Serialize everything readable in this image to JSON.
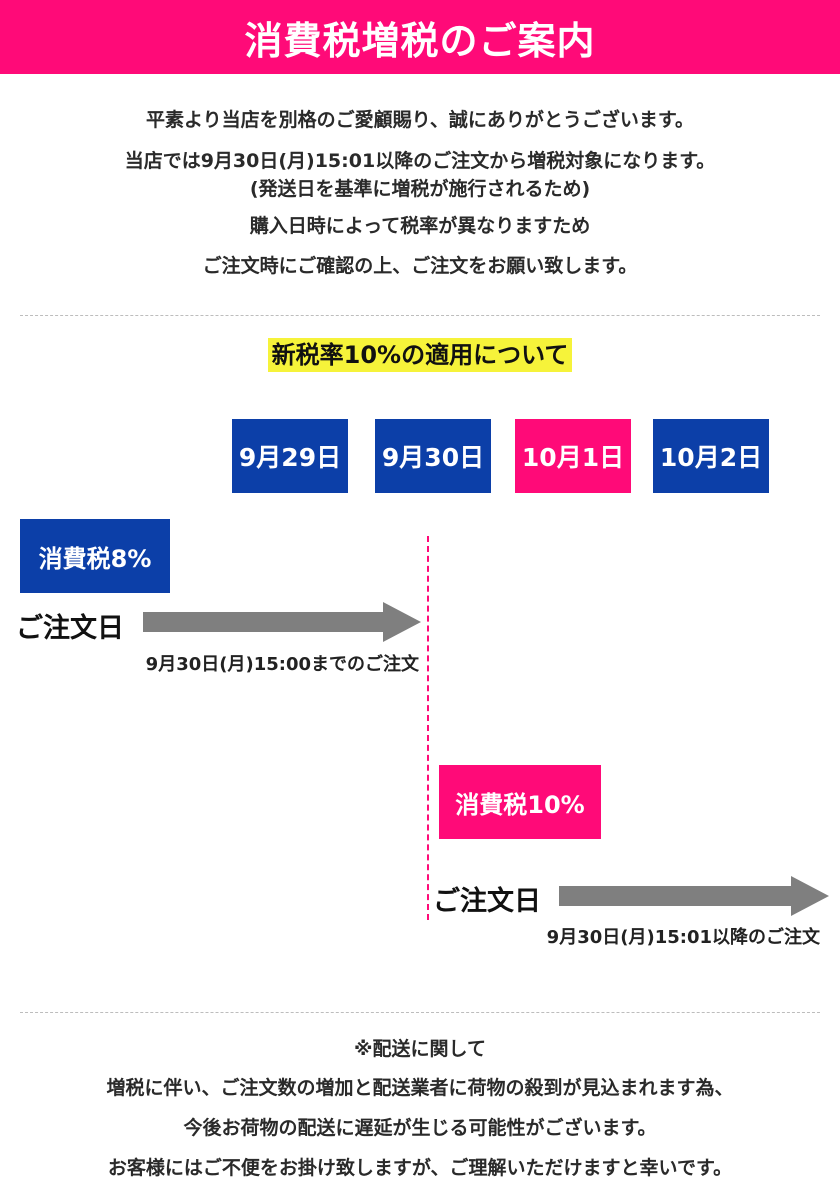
{
  "header": {
    "title": "消費税増税のご案内"
  },
  "intro": {
    "line1": "平素より当店を別格のご愛顧賜り、誠にありがとうございます。",
    "line2": "当店では9月30日(月)15:01以降のご注文から増税対象になります。",
    "line3": "(発送日を基準に増税が施行されるため)",
    "line4": "購入日時によって税率が異なりますため",
    "line5": "ご注文時にご確認の上、ご注文をお願い致します。"
  },
  "section": {
    "title": "新税率10%の適用について"
  },
  "dates": [
    "9月29日",
    "9月30日",
    "10月1日",
    "10月2日"
  ],
  "tax8": {
    "label": "消費税8%",
    "order_label": "ご注文日",
    "note": "9月30日(月)15:00までのご注文"
  },
  "tax10": {
    "label": "消費税10%",
    "order_label": "ご注文日",
    "note": "9月30日(月)15:01以降のご注文"
  },
  "footer": {
    "line1": "※配送に関して",
    "line2": "増税に伴い、ご注文数の増加と配送業者に荷物の殺到が見込まれます為、",
    "line3": "今後お荷物の配送に遅延が生じる可能性がございます。",
    "line4": "お客様にはご不便をお掛け致しますが、ご理解いただけますと幸いです。"
  },
  "colors": {
    "accent_pink": "#ff0a78",
    "accent_blue": "#0c3fa8",
    "highlight_yellow": "#f6f33a",
    "arrow_gray": "#7f7f7f"
  }
}
